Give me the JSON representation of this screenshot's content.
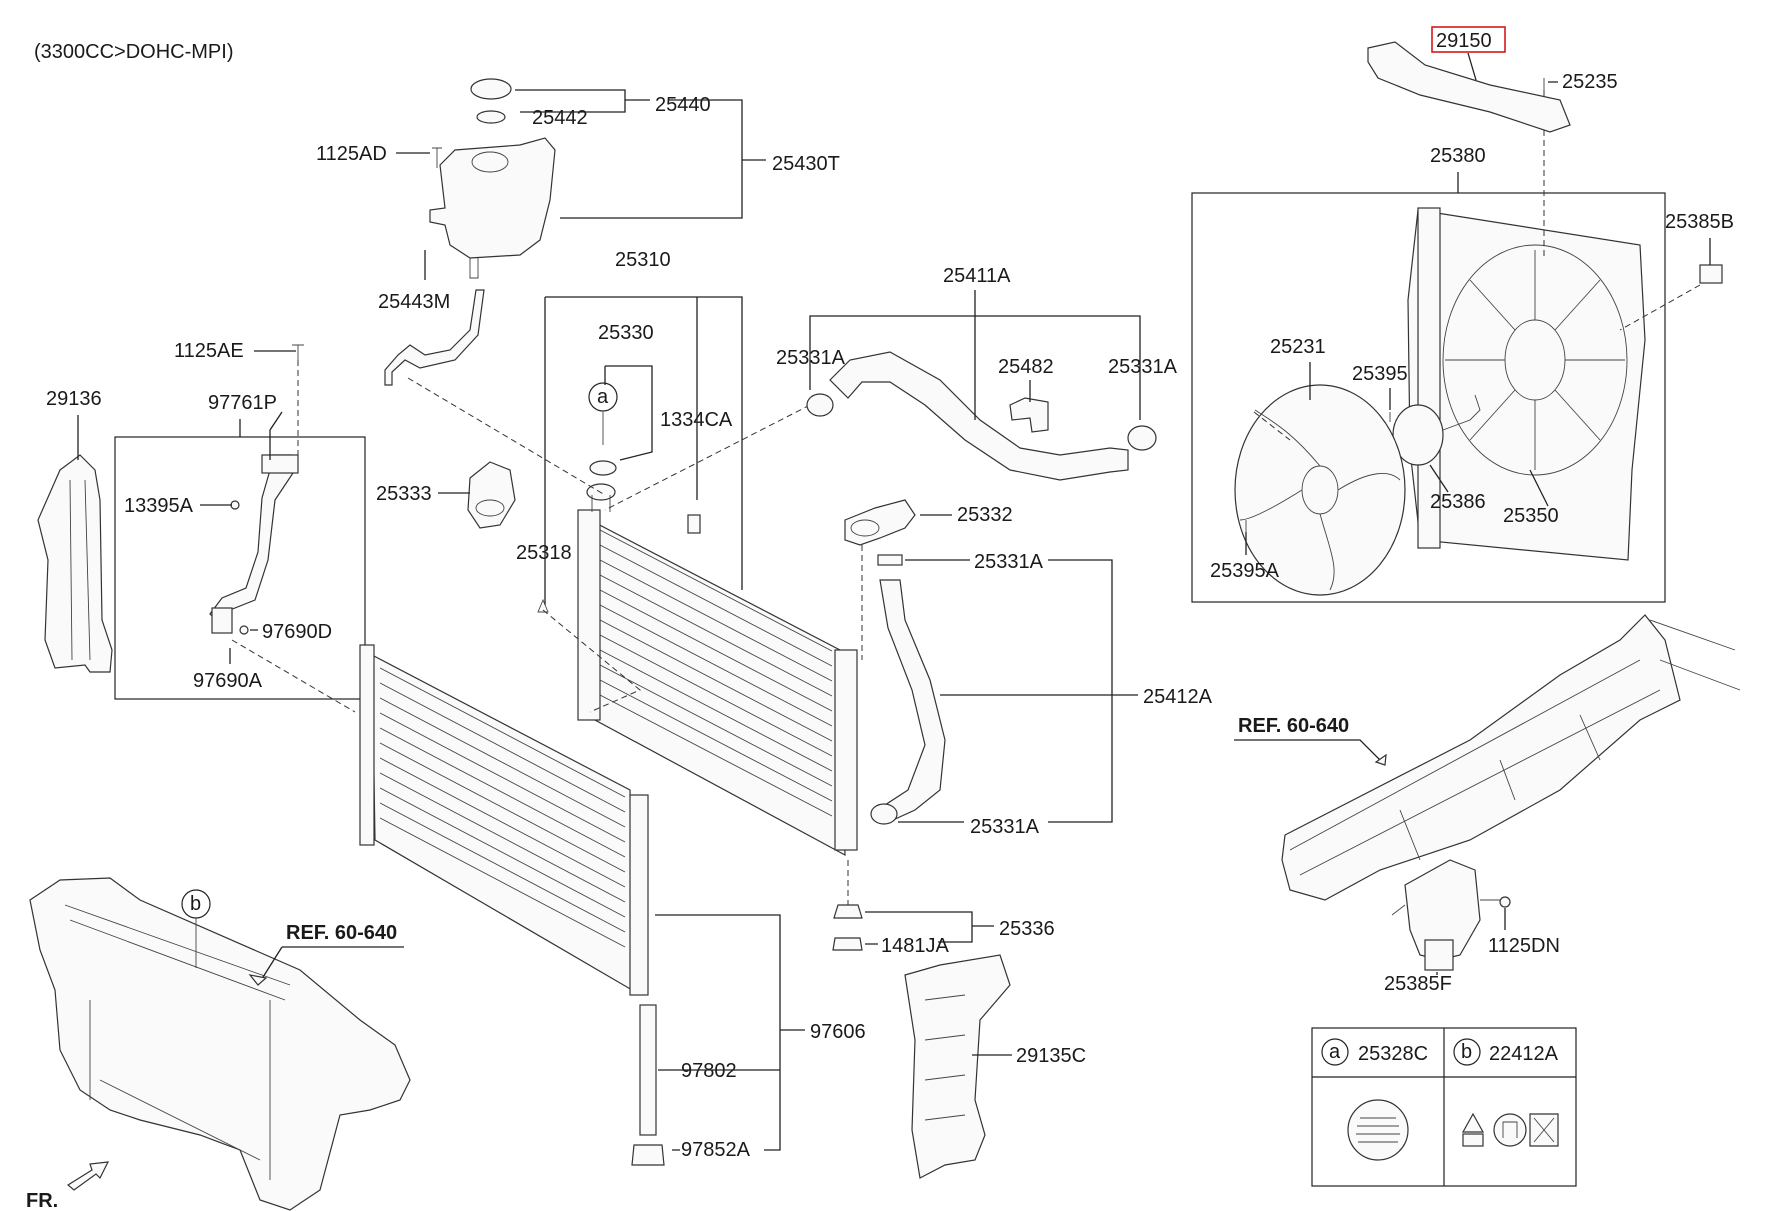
{
  "engine_note": "(3300CC>DOHC-MPI)",
  "highlighted_part": "29150",
  "front_marker": "FR.",
  "ref_labels": {
    "front_frame": "REF. 60-640",
    "side_member": "REF. 60-640"
  },
  "circle_refs": {
    "a": "a",
    "b": "b"
  },
  "labels": {
    "p25440": "25440",
    "p25442": "25442",
    "p1125AD": "1125AD",
    "p25430T": "25430T",
    "p25443M": "25443M",
    "p25310": "25310",
    "p25330": "25330",
    "p25411A": "25411A",
    "p25331A_1": "25331A",
    "p25482": "25482",
    "p25331A_2": "25331A",
    "p1125AE": "1125AE",
    "p97761P": "97761P",
    "p29136": "29136",
    "p13395A": "13395A",
    "p1334CA": "1334CA",
    "p25333": "25333",
    "p25318": "25318",
    "p97690D": "97690D",
    "p97690A": "97690A",
    "p25332": "25332",
    "p25331A_3": "25331A",
    "p25412A": "25412A",
    "p25331A_4": "25331A",
    "p25336": "25336",
    "p1481JA": "1481JA",
    "p97606": "97606",
    "p97802": "97802",
    "p97852A": "97852A",
    "p29135C": "29135C",
    "p29150": "29150",
    "p25235": "25235",
    "p25380": "25380",
    "p25385B": "25385B",
    "p25231": "25231",
    "p25395": "25395",
    "p25386": "25386",
    "p25350": "25350",
    "p25395A": "25395A",
    "p1125DN": "1125DN",
    "p25385F": "25385F"
  },
  "legend": {
    "a_letter": "a",
    "a_part": "25328C",
    "b_letter": "b",
    "b_part": "22412A"
  }
}
